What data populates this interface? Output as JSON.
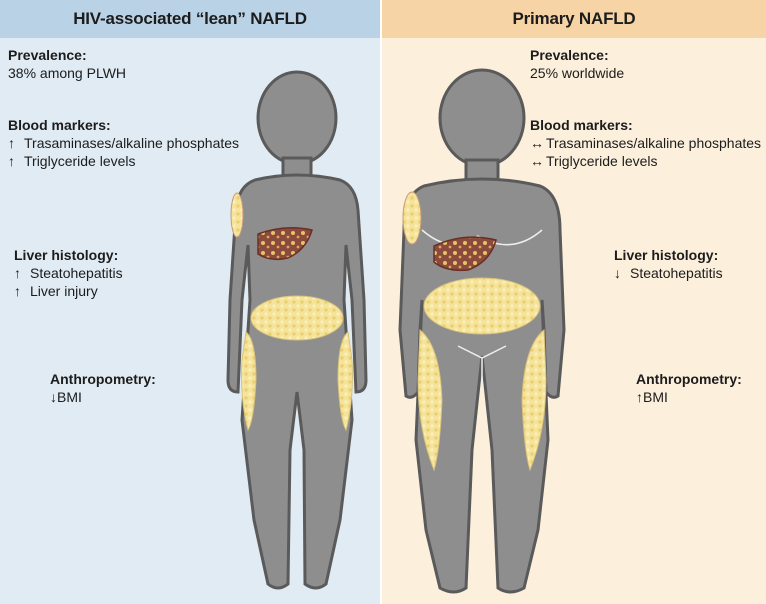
{
  "left": {
    "title": "HIV-associated “lean” NAFLD",
    "prevalence": {
      "heading": "Prevalence:",
      "value": "38% among PLWH"
    },
    "blood_markers": {
      "heading": "Blood markers:",
      "items": [
        {
          "arrow": "↑",
          "text": "Trasaminases/alkaline phosphates"
        },
        {
          "arrow": "↑",
          "text": "Triglyceride levels"
        }
      ]
    },
    "liver_histology": {
      "heading": "Liver histology:",
      "items": [
        {
          "arrow": "↑",
          "text": "Steatohepatitis"
        },
        {
          "arrow": "↑",
          "text": "Liver injury"
        }
      ]
    },
    "anthropometry": {
      "heading": "Anthropometry:",
      "value": "↓BMI"
    }
  },
  "right": {
    "title": "Primary NAFLD",
    "prevalence": {
      "heading": "Prevalence:",
      "value": "25% worldwide"
    },
    "blood_markers": {
      "heading": "Blood markers:",
      "items": [
        {
          "arrow": "↔",
          "text": "Trasaminases/alkaline phosphates"
        },
        {
          "arrow": "↔",
          "text": "Triglyceride levels"
        }
      ]
    },
    "liver_histology": {
      "heading": "Liver histology:",
      "items": [
        {
          "arrow": "↓",
          "text": "Steatohepatitis"
        }
      ]
    },
    "anthropometry": {
      "heading": "Anthropometry:",
      "value": "↑BMI"
    }
  },
  "colors": {
    "left_bg": "#e0ebf3",
    "left_header": "#bad2e6",
    "right_bg": "#fcefdc",
    "right_header": "#f7d4a6",
    "body_fill": "#8e8e8e",
    "body_outline": "#5a5a5a",
    "fat": "#f6e39a",
    "liver": "#8a4a3c"
  }
}
